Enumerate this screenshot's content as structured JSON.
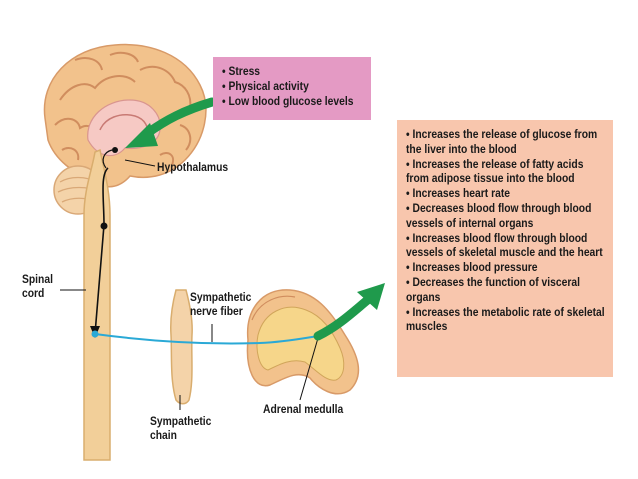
{
  "stimuli": [
    "Stress",
    "Physical activity",
    "Low blood glucose levels"
  ],
  "effects": [
    "Increases the release of glucose from the liver into the blood",
    "Increases the release of fatty acids from adipose tissue into the blood",
    "Increases heart rate",
    "Decreases blood flow through blood vessels of internal organs",
    "Increases blood flow through blood vessels of skeletal muscle and the heart",
    "Increases blood pressure",
    "Decreases the function of visceral organs",
    "Increases the metabolic rate of skeletal muscles"
  ],
  "labels": {
    "hypothalamus": "Hypothalamus",
    "spinal_cord": "Spinal\ncord",
    "sympathetic_nerve_fiber": "Sympathetic\nnerve fiber",
    "sympathetic_chain": "Sympathetic\nchain",
    "adrenal_medulla": "Adrenal medulla"
  },
  "colors": {
    "stimulus_box": "#e49ac4",
    "effects_box": "#f8c6ad",
    "arrow_green": "#1f9a4c",
    "nerve_fiber": "#2aa9d6",
    "cord": "#f2cf99"
  }
}
